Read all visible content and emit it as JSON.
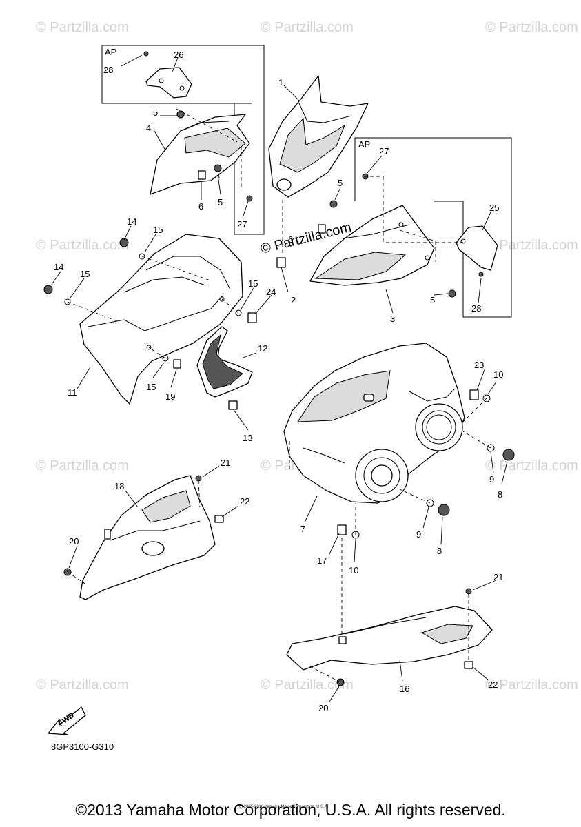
{
  "watermark": "© Partzilla.com",
  "center_watermark": "© Partzilla.com",
  "ap_label": "AP",
  "diagram_code": "8GP3100-G310",
  "fwd_label": "FWD",
  "small_copyright": "(c) 2005-2016 Yamaha Motor Corporation, U.S.A.",
  "copyright": "©2013 Yamaha Motor Corporation, U.S.A. All rights reserved.",
  "callouts": {
    "c1": "1",
    "c2": "2",
    "c3": "3",
    "c4": "4",
    "c5a": "5",
    "c5b": "5",
    "c5c": "5",
    "c5d": "5",
    "c6a": "6",
    "c6b": "6",
    "c7": "7",
    "c8a": "8",
    "c8b": "8",
    "c9a": "9",
    "c9b": "9",
    "c10a": "10",
    "c10b": "10",
    "c11": "11",
    "c12": "12",
    "c13": "13",
    "c14a": "14",
    "c14b": "14",
    "c15a": "15",
    "c15b": "15",
    "c15c": "15",
    "c15d": "15",
    "c16": "16",
    "c17": "17",
    "c18": "18",
    "c19": "19",
    "c20a": "20",
    "c20b": "20",
    "c21a": "21",
    "c21b": "21",
    "c22a": "22",
    "c22b": "22",
    "c23": "23",
    "c24": "24",
    "c25": "25",
    "c26": "26",
    "c27a": "27",
    "c27b": "27",
    "c28a": "28",
    "c28b": "28"
  }
}
